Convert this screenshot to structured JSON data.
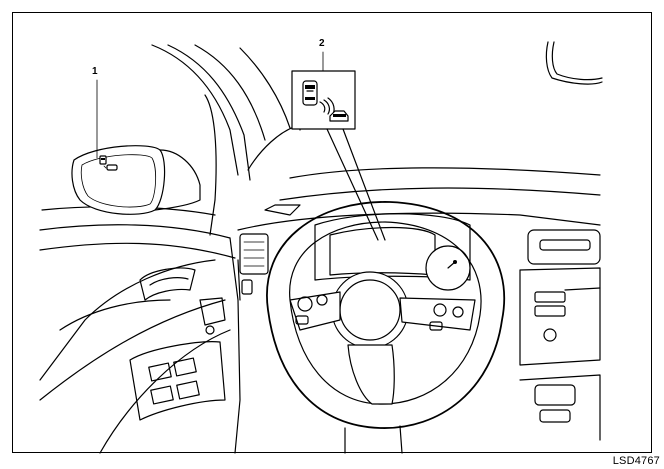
{
  "callouts": {
    "one": "1",
    "two": "2"
  },
  "figure_code": "LSD4767",
  "icons": {
    "mirror_indicator": "blind-spot-indicator-icon",
    "meter_indicator": "blind-spot-warning-icon"
  },
  "colors": {
    "line": "#000000",
    "background": "#ffffff"
  }
}
